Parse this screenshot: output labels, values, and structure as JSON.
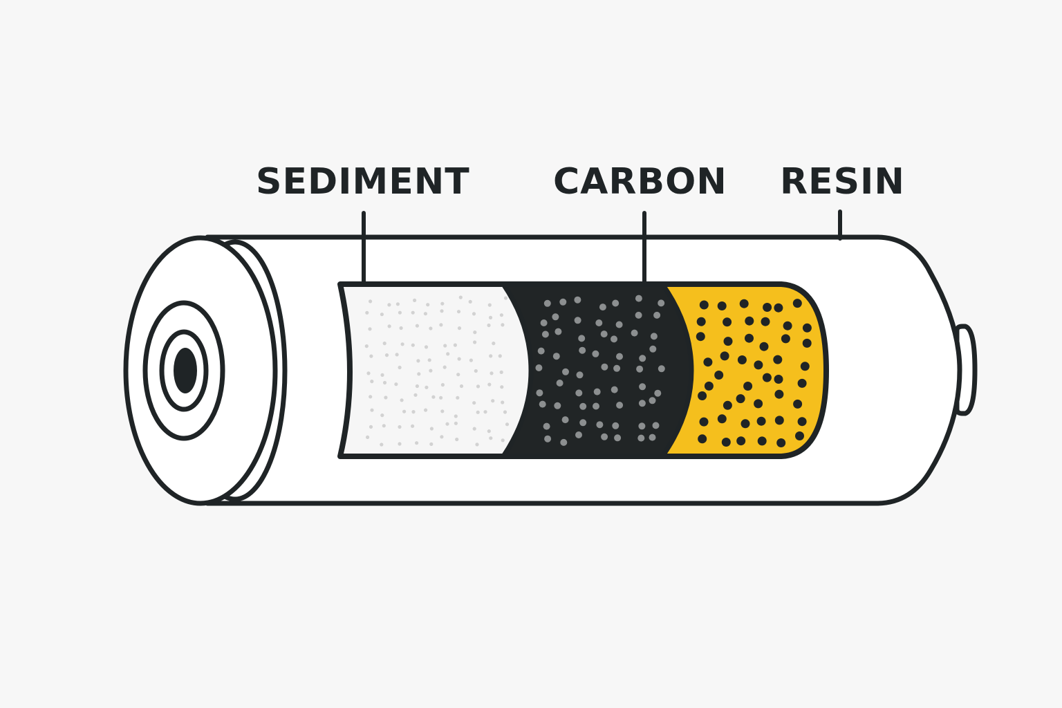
{
  "labels": {
    "sediment": "SEDIMENT",
    "carbon": "CARBON",
    "resin": "RESIN"
  },
  "colors": {
    "background": "#f7f7f7",
    "outline": "#1f2426",
    "housing": "#ffffff",
    "sediment": "#f6f6f6",
    "sediment_dots": "#d2d2d2",
    "carbon": "#212526",
    "carbon_dots": "#8c8f90",
    "resin": "#f5bf1d",
    "resin_dots": "#1f2426"
  }
}
